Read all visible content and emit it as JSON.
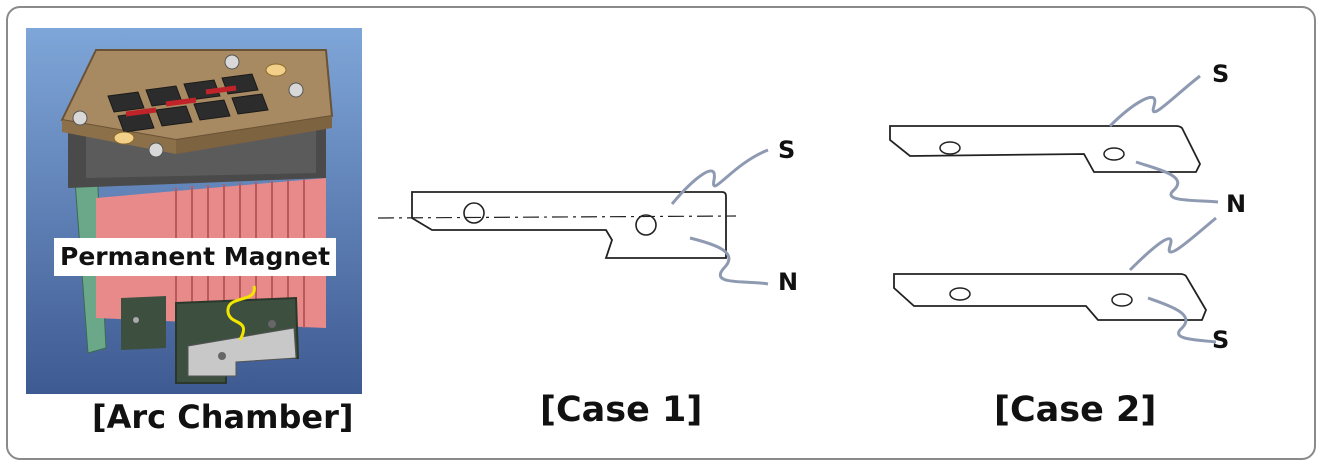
{
  "arc_chamber": {
    "label": "Permanent Magnet",
    "caption": "[Arc Chamber]"
  },
  "case1": {
    "caption": "[Case 1]",
    "pole_top": "S",
    "pole_bottom": "N"
  },
  "case2": {
    "caption": "[Case 2]",
    "upper_pole_top": "S",
    "upper_pole_bottom": "N",
    "lower_pole_bottom": "S"
  },
  "colors": {
    "frame_border": "#8a8a8a",
    "leader_line": "#8e9ab2",
    "magnet_leader": "#f2e600",
    "arc_plates": "#e98a8a",
    "background_blue": "#6e90c8"
  }
}
